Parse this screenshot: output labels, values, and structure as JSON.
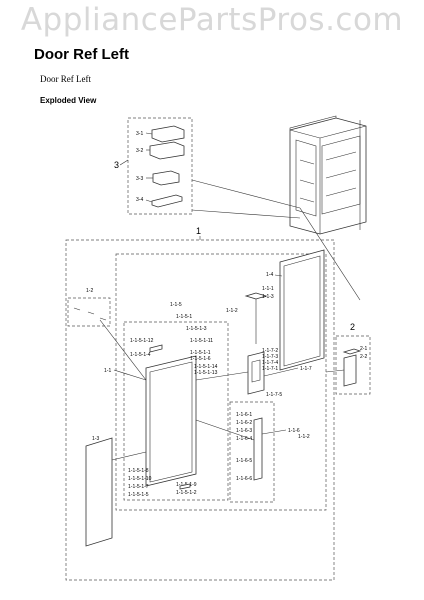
{
  "watermark": "AppliancePartsPros.com",
  "title": "Door Ref Left",
  "subtitle": "Door Ref Left",
  "view_label": "Exploded View",
  "callouts": {
    "group1": "1",
    "group2": "2",
    "group3": "3",
    "p3_1": "3-1",
    "p3_2": "3-2",
    "p3_3": "3-3",
    "p3_4": "3-4",
    "p2_1": "2-1",
    "p2_2": "2-2",
    "p1_1": "1-1",
    "p1_2": "1-2",
    "p1_3": "1-3",
    "p1_4": "1-4",
    "p1_1_1": "1-1-1",
    "p1_1_2": "1-1-2",
    "p1_1_3": "1-1-3",
    "p1_1_5": "1-1-5",
    "p1_1_6": "1-1-6",
    "p1_1_7": "1-1-7",
    "p1_1_7_1": "1-1-7-1",
    "p1_1_7_2": "1-1-7-2",
    "p1_1_7_3": "1-1-7-3",
    "p1_1_7_4": "1-1-7-4",
    "p1_1_7_5": "1-1-7-5",
    "p1_1_5_1": "1-1-5-1",
    "p1_1_5_1_1": "1-1-5-1-1",
    "p1_1_5_1_2": "1-1-5-1-2",
    "p1_1_5_1_3": "1-1-5-1-3",
    "p1_1_5_1_4": "1-1-5-1-4",
    "p1_1_5_1_5": "1-1-5-1-5",
    "p1_1_5_1_6": "1-1-5-1-6",
    "p1_1_5_1_7": "1-1-5-1-7",
    "p1_1_5_1_8": "1-1-5-1-8",
    "p1_1_5_1_9": "1-1-5-1-9",
    "p1_1_5_1_10": "1-1-5-1-10",
    "p1_1_5_1_11": "1-1-5-1-11",
    "p1_1_5_1_12": "1-1-5-1-12",
    "p1_1_5_1_13": "1-1-5-1-13",
    "p1_1_5_1_14": "1-1-5-1-14",
    "p1_1_6_1": "1-1-6-1",
    "p1_1_6_2": "1-1-6-2",
    "p1_1_6_3": "1-1-6-3",
    "p1_1_6_4": "1-1-6-4",
    "p1_1_6_5": "1-1-6-5",
    "p1_1_6_6": "1-1-6-6"
  }
}
